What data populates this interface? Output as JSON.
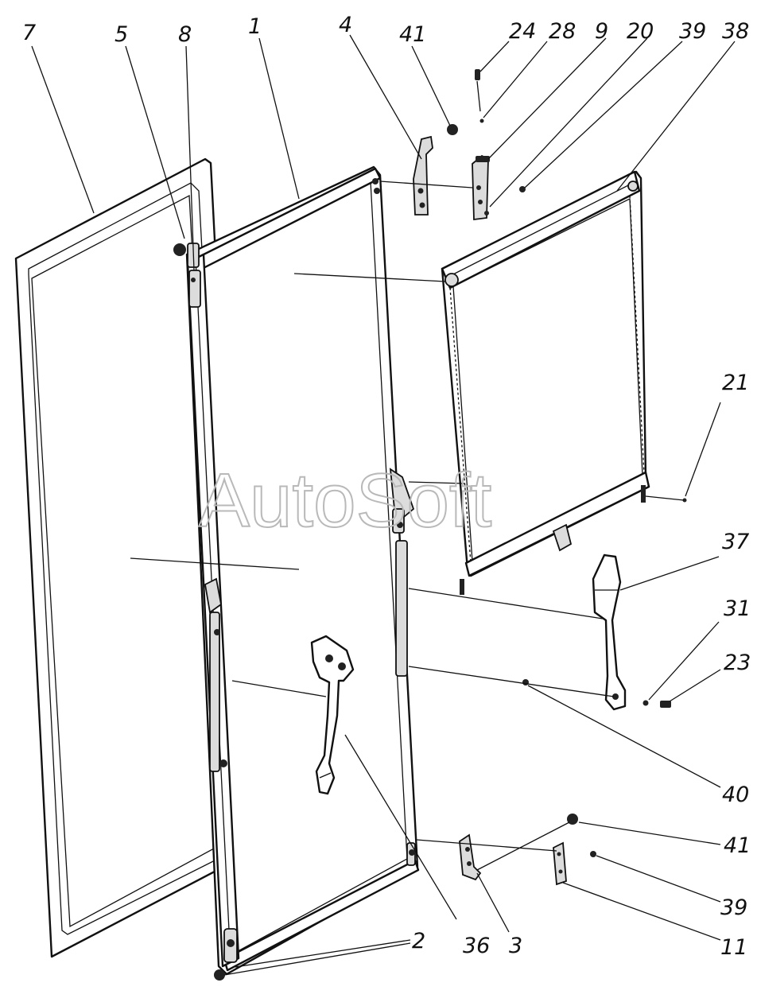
{
  "diagram": {
    "watermark": "AutoSoft",
    "callouts": [
      {
        "id": "c7",
        "label": "7"
      },
      {
        "id": "c5",
        "label": "5"
      },
      {
        "id": "c8",
        "label": "8"
      },
      {
        "id": "c1",
        "label": "1"
      },
      {
        "id": "c4",
        "label": "4"
      },
      {
        "id": "c41a",
        "label": "41"
      },
      {
        "id": "c24",
        "label": "24"
      },
      {
        "id": "c28",
        "label": "28"
      },
      {
        "id": "c9",
        "label": "9"
      },
      {
        "id": "c20",
        "label": "20"
      },
      {
        "id": "c39a",
        "label": "39"
      },
      {
        "id": "c38",
        "label": "38"
      },
      {
        "id": "c21",
        "label": "21"
      },
      {
        "id": "c37",
        "label": "37"
      },
      {
        "id": "c31",
        "label": "31"
      },
      {
        "id": "c23",
        "label": "23"
      },
      {
        "id": "c40",
        "label": "40"
      },
      {
        "id": "c41b",
        "label": "41"
      },
      {
        "id": "c39b",
        "label": "39"
      },
      {
        "id": "c11",
        "label": "11"
      },
      {
        "id": "c2",
        "label": "2"
      },
      {
        "id": "c36",
        "label": "36"
      },
      {
        "id": "c3",
        "label": "3"
      }
    ]
  }
}
